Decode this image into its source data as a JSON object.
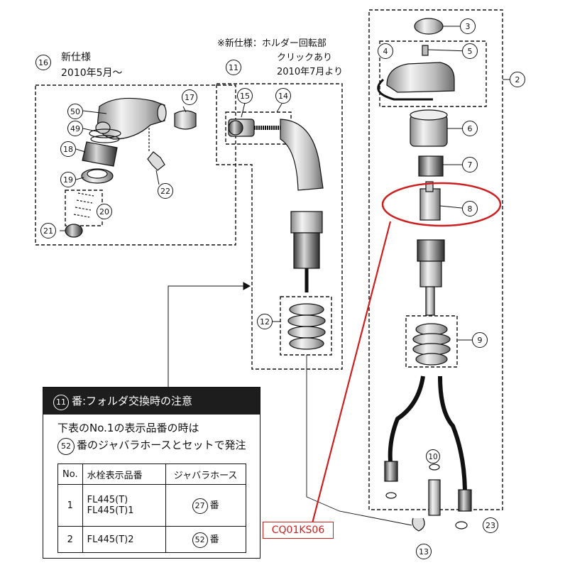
{
  "group16": {
    "callout": "16",
    "title_line1": "新仕様",
    "title_line2": "2010年5月～"
  },
  "spec_note": {
    "line1": "※新仕様：ホルダー回転部",
    "line2": "クリックあり",
    "line3": "2010年7月より"
  },
  "callouts": {
    "c2": "2",
    "c3": "3",
    "c4": "4",
    "c5": "5",
    "c6": "6",
    "c7": "7",
    "c8": "8",
    "c9": "9",
    "c10": "10",
    "c11": "11",
    "c12": "12",
    "c13": "13",
    "c14": "14",
    "c15": "15",
    "c17": "17",
    "c18": "18",
    "c19": "19",
    "c20": "20",
    "c21": "21",
    "c22": "22",
    "c23": "23",
    "c49": "49",
    "c50": "50"
  },
  "note_box": {
    "header_num": "11",
    "header_text": "番:フォルダ交換時の注意",
    "line1": "下表のNo.1の表示品番の時は",
    "line2_num": "52",
    "line2_text": "番のジャバラホースとセットで発注",
    "table": {
      "headers": {
        "no": "No.",
        "code": "水栓表示品番",
        "hose": "ジャバラホース"
      },
      "rows": [
        {
          "no": "1",
          "code_a": "FL445(T)",
          "code_b": "FL445(T)1",
          "hose_num": "27",
          "hose_suffix": "番"
        },
        {
          "no": "2",
          "code": "FL445(T)2",
          "hose_num": "52",
          "hose_suffix": "番"
        }
      ]
    }
  },
  "highlight": {
    "label": "CQ01KS06",
    "color": "#cc2020"
  }
}
